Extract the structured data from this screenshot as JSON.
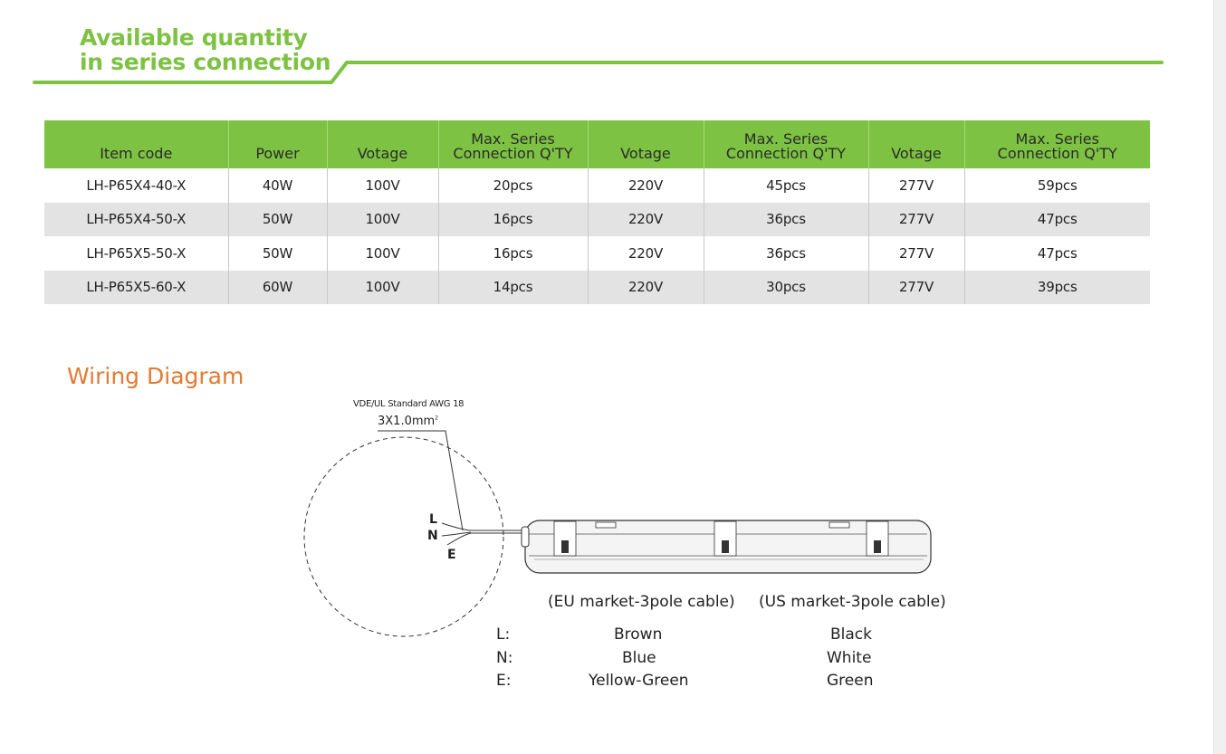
{
  "section_title": {
    "line1": "Available quantity",
    "line2": "in series connection"
  },
  "table": {
    "headers": [
      "Item code",
      "Power",
      "Votage",
      "Max. Series\nConnection Q'TY",
      "Votage",
      "Max. Series\nConnection Q'TY",
      "Votage",
      "Max. Series\nConnection Q'TY"
    ],
    "rows": [
      [
        "LH-P65X4-40-X",
        "40W",
        "100V",
        "20pcs",
        "220V",
        "45pcs",
        "277V",
        "59pcs"
      ],
      [
        "LH-P65X4-50-X",
        "50W",
        "100V",
        "16pcs",
        "220V",
        "36pcs",
        "277V",
        "47pcs"
      ],
      [
        "LH-P65X5-50-X",
        "50W",
        "100V",
        "16pcs",
        "220V",
        "36pcs",
        "277V",
        "47pcs"
      ],
      [
        "LH-P65X5-60-X",
        "60W",
        "100V",
        "14pcs",
        "220V",
        "30pcs",
        "277V",
        "39pcs"
      ]
    ]
  },
  "wiring": {
    "title": "Wiring Diagram",
    "cable_standard": "VDE/UL Standard AWG 18",
    "cable_size": "3X1.0mm",
    "cable_size_sup": "2",
    "wire_labels": {
      "L": "L",
      "N": "N",
      "E": "E"
    },
    "legend": {
      "eu_header": "(EU market-3pole cable)",
      "us_header": "(US market-3pole cable)",
      "rows": [
        {
          "key": "L:",
          "eu": "Brown",
          "us": "Black"
        },
        {
          "key": "N:",
          "eu": "Blue",
          "us": "White"
        },
        {
          "key": "E:",
          "eu": "Yellow-Green",
          "us": "Green"
        }
      ]
    }
  },
  "colors": {
    "accent_green": "#7dc242",
    "accent_orange": "#e37b33",
    "row_alt": "#e3e3e3"
  }
}
